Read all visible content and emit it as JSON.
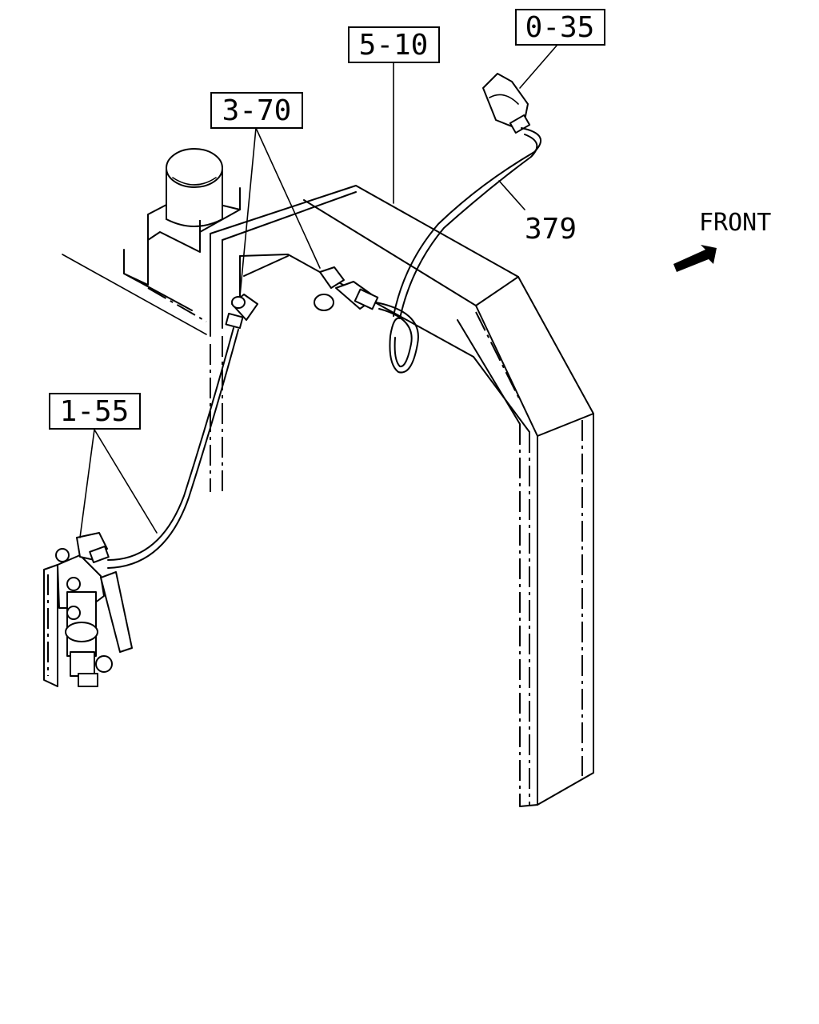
{
  "callouts": {
    "c035": "0-35",
    "c510": "5-10",
    "c370": "3-70",
    "c155": "1-55"
  },
  "part_number": "379",
  "direction_label": "FRONT",
  "icons": {
    "front_arrow": "front-arrow-icon"
  }
}
